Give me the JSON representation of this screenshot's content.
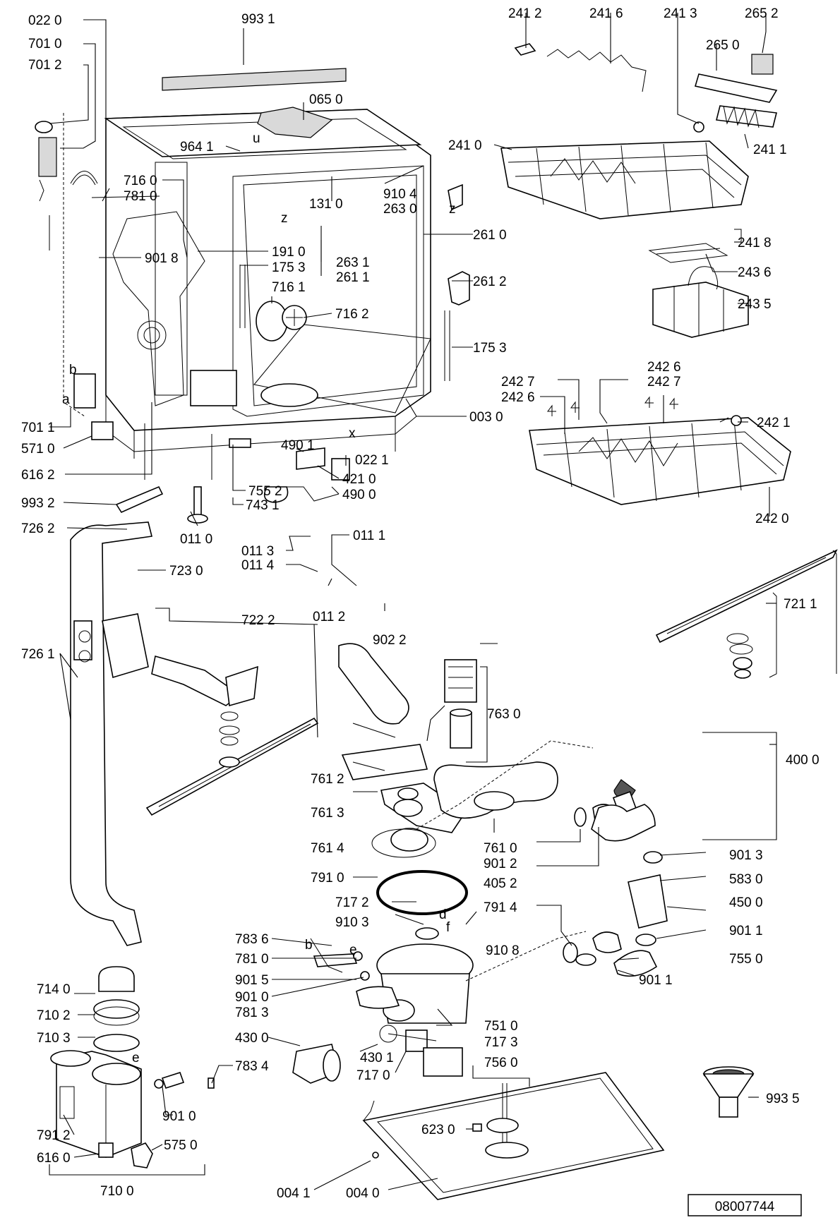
{
  "drawing": {
    "reference_number": "08007744",
    "part_labels": {
      "p_022_0": "022 0",
      "p_993_1": "993 1",
      "p_701_0": "701 0",
      "p_701_2": "701 2",
      "p_065_0": "065 0",
      "p_964_1": "964 1",
      "p_716_0": "716 0",
      "p_781_0_top": "781 0",
      "p_131_0": "131 0",
      "p_910_4": "910 4",
      "p_263_0": "263 0",
      "p_261_0": "261 0",
      "p_901_8": "901 8",
      "p_191_0": "191 0",
      "p_175_3a": "175 3",
      "p_263_1": "263 1",
      "p_261_1": "261 1",
      "p_261_2": "261 2",
      "p_716_1": "716 1",
      "p_716_2": "716 2",
      "p_175_3b": "175 3",
      "p_701_1": "701 1",
      "p_571_0": "571 0",
      "p_616_2": "616 2",
      "p_003_0": "003 0",
      "p_490_1": "490 1",
      "p_022_1": "022 1",
      "p_421_0": "421 0",
      "p_490_0": "490 0",
      "p_993_2": "993 2",
      "p_755_2": "755 2",
      "p_743_1": "743 1",
      "p_726_2": "726 2",
      "p_011_0": "011 0",
      "p_723_0": "723 0",
      "p_011_1": "011 1",
      "p_011_3": "011 3",
      "p_011_4": "011 4",
      "p_011_2": "011 2",
      "p_902_2": "902 2",
      "p_722_2": "722 2",
      "p_726_1": "726 1",
      "p_721_1": "721 1",
      "p_241_2": "241 2",
      "p_241_6": "241 6",
      "p_241_3": "241 3",
      "p_265_2": "265 2",
      "p_265_0": "265 0",
      "p_241_0": "241 0",
      "p_241_1": "241 1",
      "p_241_8": "241 8",
      "p_243_6": "243 6",
      "p_243_5": "243 5",
      "p_242_6a": "242 6",
      "p_242_7a": "242 7",
      "p_242_7b": "242 7",
      "p_242_6b": "242 6",
      "p_242_1": "242 1",
      "p_242_0": "242 0",
      "p_763_0": "763 0",
      "p_400_0": "400 0",
      "p_761_2": "761 2",
      "p_761_3": "761 3",
      "p_761_4": "761 4",
      "p_761_0": "761 0",
      "p_901_2": "901 2",
      "p_405_2": "405 2",
      "p_901_3": "901 3",
      "p_791_0": "791 0",
      "p_583_0": "583 0",
      "p_450_0": "450 0",
      "p_717_2": "717 2",
      "p_791_4": "791 4",
      "p_910_3": "910 3",
      "p_910_8": "910 8",
      "p_901_1a": "901 1",
      "p_783_6": "783 6",
      "p_781_0_mid": "781 0",
      "p_755_0": "755 0",
      "p_901_5": "901 5",
      "p_901_1b": "901 1",
      "p_901_0a": "901 0",
      "p_781_3": "781 3",
      "p_751_0": "751 0",
      "p_714_0": "714 0",
      "p_710_2": "710 2",
      "p_430_0": "430 0",
      "p_717_3": "717 3",
      "p_710_3": "710 3",
      "p_430_1": "430 1",
      "p_756_0": "756 0",
      "p_783_4": "783 4",
      "p_717_0": "717 0",
      "p_993_5": "993 5",
      "p_901_0b": "901 0",
      "p_623_0": "623 0",
      "p_791_2": "791 2",
      "p_575_0": "575 0",
      "p_616_0": "616 0",
      "p_710_0": "710 0",
      "p_004_1": "004 1",
      "p_004_0": "004 0"
    },
    "markers": {
      "a": "a",
      "b_left": "b",
      "b_mid": "b",
      "e_mid": "e",
      "e_tank": "e",
      "d": "d",
      "f": "f",
      "x": "x",
      "z1": "z",
      "z2": "z",
      "u": "u"
    }
  }
}
